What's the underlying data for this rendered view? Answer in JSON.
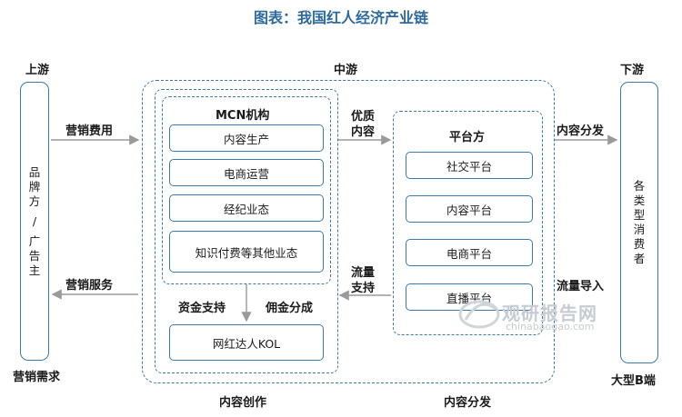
{
  "title": "图表：我国红人经济产业链",
  "stages": {
    "upstream": "上游",
    "midstream": "中游",
    "downstream": "下游"
  },
  "upstream_box": {
    "chars": [
      "品",
      "牌",
      "方",
      "/",
      "广",
      "告",
      "主"
    ]
  },
  "downstream_box": {
    "chars": [
      "各",
      "类",
      "型",
      "消",
      "费",
      "者"
    ]
  },
  "flows": {
    "marketing_fee": "营销费用",
    "marketing_service": "营销服务",
    "marketing_demand": "营销需求",
    "quality_content_1": "优质",
    "quality_content_2": "内容",
    "traffic_support_1": "流量",
    "traffic_support_2": "支持",
    "content_distribution": "内容分发",
    "traffic_import": "流量导入",
    "large_b_end": "大型B端",
    "capital_support": "资金支持",
    "commission_share": "佣金分成",
    "content_creation_label": "内容创作",
    "content_distribution_label": "内容分发"
  },
  "mcn": {
    "title": "MCN机构",
    "items": [
      "内容生产",
      "电商运营",
      "经纪业态",
      "知识付费等其他业态"
    ]
  },
  "kol": "网红达人KOL",
  "platform": {
    "title": "平台方",
    "items": [
      "社交平台",
      "内容平台",
      "电商平台",
      "直播平台"
    ]
  },
  "watermark": {
    "cn": "观研报告网",
    "en": "chinabaogao.com"
  },
  "colors": {
    "border": "#3a7aa8",
    "title": "#2e6a9c",
    "arrow": "#999999"
  }
}
